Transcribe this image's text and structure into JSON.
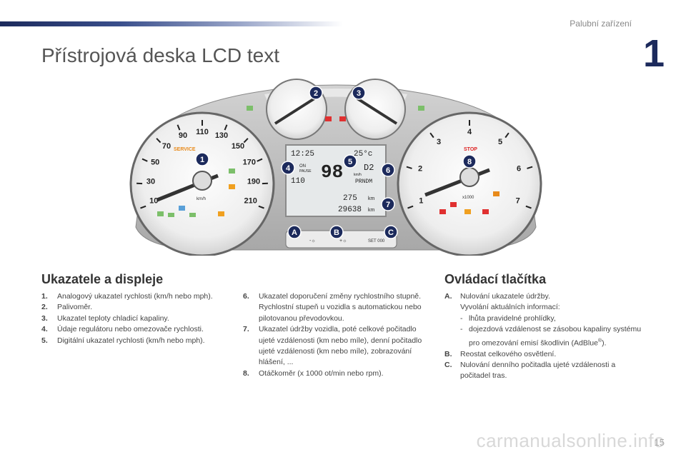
{
  "header": {
    "section_label": "Palubní zařízení",
    "chapter": "1"
  },
  "page_title": "Přístrojová deska LCD text",
  "dashboard": {
    "speedo_ticks": [
      "10",
      "30",
      "50",
      "70",
      "90",
      "110",
      "130",
      "150",
      "170",
      "190",
      "210"
    ],
    "speed_unit": "km/h",
    "service_label": "SERVICE",
    "tacho_ticks": [
      "1",
      "2",
      "3",
      "4",
      "5",
      "6",
      "7"
    ],
    "tacho_unit": "x1000",
    "stop_label": "STOP",
    "lcd_time": "12:25",
    "lcd_temp": "25°c",
    "lcd_speed": "98",
    "lcd_speed_unit": "km/h",
    "lcd_gear": "D2",
    "lcd_gears": "PRNDM",
    "lcd_on": "ON",
    "lcd_pause": "PAUSE",
    "lcd_limit": "110",
    "lcd_trip": "275",
    "lcd_odo": "29638",
    "lcd_km": "km",
    "callouts": [
      "1",
      "2",
      "3",
      "4",
      "5",
      "6",
      "7",
      "8"
    ],
    "buttons": [
      "A",
      "B",
      "C"
    ],
    "button_labels": [
      "-☼",
      "+☼",
      "SET 000"
    ]
  },
  "indicators_section": {
    "heading": "Ukazatele a displeje",
    "items": [
      {
        "num": "1.",
        "text": "Analogový ukazatel rychlosti (km/h nebo mph)."
      },
      {
        "num": "2.",
        "text": "Palivoměr."
      },
      {
        "num": "3.",
        "text": "Ukazatel teploty chladicí kapaliny."
      },
      {
        "num": "4.",
        "text": "Údaje regulátoru nebo omezovače rychlosti."
      },
      {
        "num": "5.",
        "text": "Digitální ukazatel rychlosti (km/h nebo mph)."
      },
      {
        "num": "6.",
        "text": "Ukazatel doporučení změny rychlostního stupně.",
        "extra": "Rychlostní stupeň u vozidla s automatickou nebo pilotovanou převodovkou."
      },
      {
        "num": "7.",
        "text": "Ukazatel údržby vozidla, poté celkové počitadlo ujeté vzdálenosti (km nebo míle), denní počitadlo ujeté vzdálenosti (km nebo míle), zobrazování hlášení, ..."
      },
      {
        "num": "8.",
        "text": "Otáčkoměr (x 1000 ot/min nebo rpm)."
      }
    ]
  },
  "controls_section": {
    "heading": "Ovládací tlačítka",
    "a_num": "A.",
    "a_text": "Nulování ukazatele údržby.",
    "a_extra": "Vyvolání aktuálních informací:",
    "a_dash1": "lhůta pravidelné prohlídky,",
    "a_dash2_pre": "dojezdová vzdálenost se zásobou kapaliny systému pro omezování emisí škodlivin (AdBlue",
    "a_dash2_sup": "®",
    "a_dash2_post": ").",
    "dash_char": "-",
    "b_num": "B.",
    "b_text": "Reostat celkového osvětlení.",
    "c_num": "C.",
    "c_text": "Nulování denního počitadla ujeté vzdálenosti a počitadel tras."
  },
  "footer": {
    "page_number": "15",
    "watermark": "carmanualsonline.info"
  }
}
